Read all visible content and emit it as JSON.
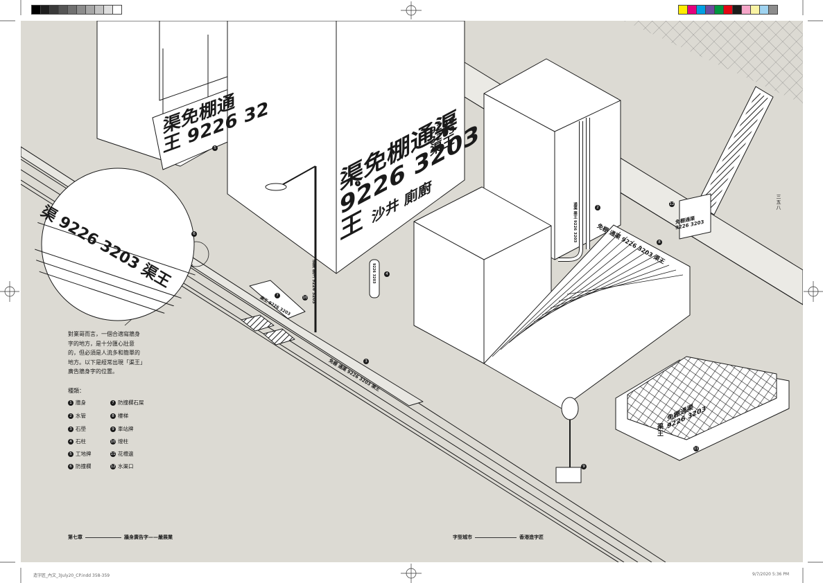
{
  "intro_lines": [
    "對業哥而言，一個合適寫牆身",
    "字的地方，是十分匯心壯意",
    "的，但必須是人流多和簡單的",
    "地方。以下是經常出現「渠王」",
    "廣告牆身字的位置。"
  ],
  "legend": {
    "title": "種類：",
    "items": [
      {
        "num": "1",
        "label": "牆身"
      },
      {
        "num": "2",
        "label": "水管"
      },
      {
        "num": "3",
        "label": "石壆"
      },
      {
        "num": "4",
        "label": "石柱"
      },
      {
        "num": "5",
        "label": "工地牌"
      },
      {
        "num": "6",
        "label": "防撞欄"
      },
      {
        "num": "7",
        "label": "防撞欄石屎"
      },
      {
        "num": "8",
        "label": "樓梯"
      },
      {
        "num": "9",
        "label": "車站牌"
      },
      {
        "num": "10",
        "label": "燈柱"
      },
      {
        "num": "11",
        "label": "花槽邊"
      },
      {
        "num": "12",
        "label": "水渠口"
      }
    ]
  },
  "signs": {
    "board": {
      "line1": "渠免棚通",
      "line2": "王 9226 32"
    },
    "wall": {
      "line1": "渠免棚通渠",
      "line2": "9226 3203",
      "line3": "王",
      "extra": "沙井 廁廚",
      "corner_num": "9226",
      "corner_num2": "3203",
      "corner_tail": "渠王"
    },
    "magnified": "渠 9226 3203 渠王",
    "stairs": "免棚 通渠 9226 3203 渠王",
    "planter": {
      "line1": "免棚通渠",
      "line2": "9226 3203",
      "side": "渠王"
    },
    "box": {
      "line1": "免棚通渠",
      "line2": "9226 3203"
    },
    "curb_small": "渠王 9226 3203",
    "curb_long": "免棚 通渠 9226 3203 渠王",
    "pole": "通渠 渠王 9226 3203",
    "pipe": "通渠 渠王 9226 3203",
    "pillar": "9226 3203"
  },
  "markers": {
    "m1": "1",
    "m2": "2",
    "m3": "3",
    "m4": "4",
    "m5": "5",
    "m6": "6",
    "m7": "7",
    "m8": "8",
    "m9": "9",
    "m10": "10",
    "m11": "11",
    "m12": "12"
  },
  "footer": {
    "left_chapter": "第七章",
    "left_title": "牆身廣告字——嚴展業",
    "right_book": "字型城市",
    "right_title": "香港造字匠"
  },
  "page_number": "三五八",
  "slug": {
    "left": "造字匠_內文_3July20_CP.indd 358-359",
    "right": "9/7/2020 5:36 PM"
  },
  "colors": {
    "background": "#dcdad3",
    "ink": "#1a1a1a",
    "paper": "#ffffff",
    "calibration_gray": [
      "#000000",
      "#1e1e1e",
      "#3a3a3a",
      "#555555",
      "#707070",
      "#8c8c8c",
      "#a7a7a7",
      "#c3c3c3",
      "#dedede",
      "#ffffff"
    ],
    "calibration_color": [
      "#ffec00",
      "#e5007e",
      "#009fe3",
      "#6c4a9e",
      "#009640",
      "#e30613",
      "#1d1d1b",
      "#f5a6c8",
      "#f9f3a3",
      "#9fd3f0",
      "#8c8c8c"
    ]
  }
}
